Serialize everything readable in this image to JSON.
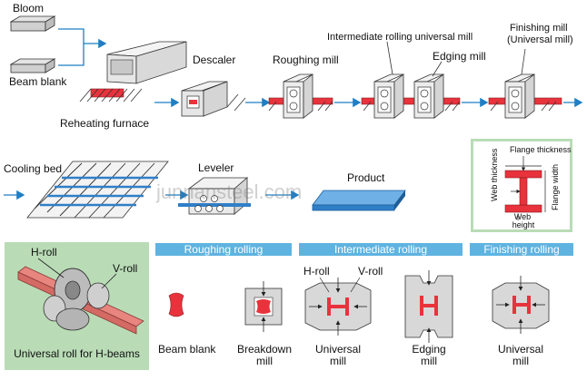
{
  "top": {
    "bloom": "Bloom",
    "beam_blank": "Beam blank",
    "reheating_furnace": "Reheating furnace",
    "descaler": "Descaler",
    "roughing_mill": "Roughing mill",
    "intermediate_mill": "Intermediate rolling universal mill",
    "edging_mill": "Edging mill",
    "finishing_mill_line1": "Finishing mill",
    "finishing_mill_line2": "(Universal mill)"
  },
  "middle": {
    "cooling_bed": "Cooling bed",
    "leveler": "Leveler",
    "product": "Product"
  },
  "dimensions": {
    "flange_thickness": "Flange thickness",
    "web_thickness": "Web thickness",
    "flange_width": "Flange width",
    "web_height_line1": "Web",
    "web_height_line2": "height"
  },
  "universal_roll": {
    "h_roll": "H-roll",
    "v_roll": "V-roll",
    "caption": "Universal roll for H-beams"
  },
  "stages": {
    "roughing": "Roughing rolling",
    "intermediate": "Intermediate rolling",
    "finishing": "Finishing rolling"
  },
  "sections": {
    "beam_blank": "Beam blank",
    "breakdown_line1": "Breakdown",
    "breakdown_line2": "mill",
    "h_roll": "H-roll",
    "v_roll": "V-roll",
    "universal_line1": "Universal",
    "universal_line2": "mill",
    "edging_line1": "Edging",
    "edging_line2": "mill",
    "finishing_universal_line1": "Universal",
    "finishing_universal_line2": "mill"
  },
  "watermark": "junnansteel.com",
  "colors": {
    "steel_red": "#e8333c",
    "flow_arrow": "#1f7fc4",
    "stage_band": "#5fb3e0",
    "panel_green": "#b9dcb6",
    "product_blue": "#2f7fc8"
  }
}
